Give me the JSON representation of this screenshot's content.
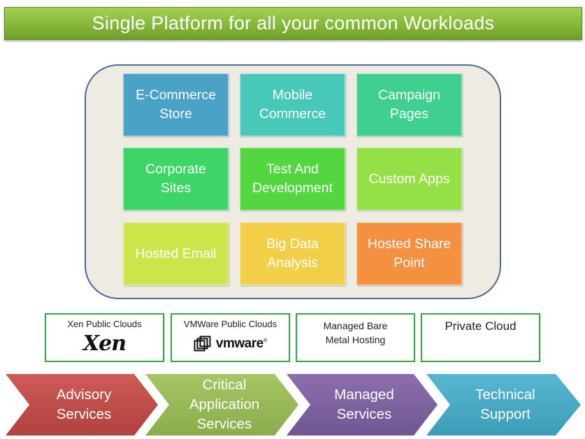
{
  "banner": {
    "title": "Single Platform for all your common Workloads"
  },
  "tiles": [
    {
      "label": "E-Commerce\nStore",
      "color": "#4aa3c6"
    },
    {
      "label": "Mobile\nCommerce",
      "color": "#48c8b9"
    },
    {
      "label": "Campaign\nPages",
      "color": "#3fcf8f"
    },
    {
      "label": "Corporate\nSites",
      "color": "#3dd468"
    },
    {
      "label": "Test And\nDevelopment",
      "color": "#54d640"
    },
    {
      "label": "Custom Apps",
      "color": "#94e046"
    },
    {
      "label": "Hosted Email",
      "color": "#cde54a"
    },
    {
      "label": "Big Data\nAnalysis",
      "color": "#f1cf48"
    },
    {
      "label": "Hosted Share\nPoint",
      "color": "#f4903f"
    }
  ],
  "clouds": [
    {
      "title": "Xen Public Clouds",
      "logo": "Xen"
    },
    {
      "title": "VMWare Public Clouds",
      "logo": "vmware",
      "logo_mark": "®"
    },
    {
      "title": "Managed Bare\nMetal Hosting"
    },
    {
      "title": "Private Cloud"
    }
  ],
  "services": [
    {
      "label": "Advisory\nServices",
      "color": "#c0504d"
    },
    {
      "label": "Critical\nApplication\nServices",
      "color": "#9bbb59"
    },
    {
      "label": "Managed\nServices",
      "color": "#8064a2"
    },
    {
      "label": "Technical\nSupport",
      "color": "#4bacc6"
    }
  ],
  "colors": {
    "banner": "#86b839",
    "panel_border": "#4a6a98",
    "cloud_border": "#2eaa45"
  }
}
